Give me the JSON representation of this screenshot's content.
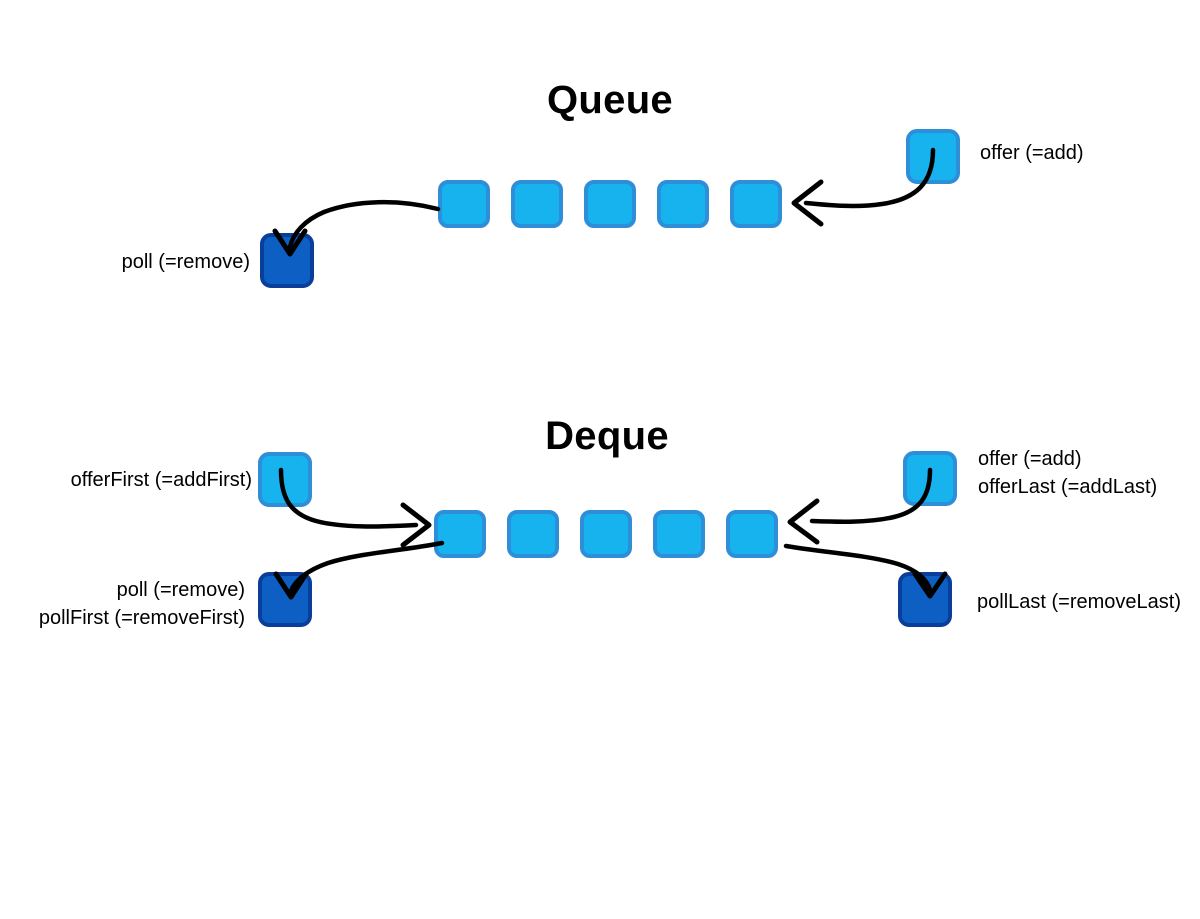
{
  "colors": {
    "background": "#ffffff",
    "cell_fill": "#16b3ef",
    "cell_border": "#2e8ed8",
    "removed_fill": "#0d5fc3",
    "removed_border": "#0a3e9b",
    "arrow": "#000000",
    "text": "#000000"
  },
  "queue": {
    "title": "Queue",
    "cell_count": 5,
    "offer_label": "offer (=add)",
    "poll_label": "poll (=remove)"
  },
  "deque": {
    "title": "Deque",
    "cell_count": 5,
    "offer_first_label": "offerFirst (=addFirst)",
    "offer_label": "offer (=add)",
    "offer_last_label": "offerLast (=addLast)",
    "poll_label": "poll (=remove)",
    "poll_first_label": "pollFirst (=removeFirst)",
    "poll_last_label": "pollLast (=removeLast)"
  },
  "icons": {
    "queue_offer_arrow": "curved-arrow-left",
    "queue_poll_arrow": "curved-arrow-down",
    "deque_offer_first_arrow": "curved-arrow-right",
    "deque_poll_arrow": "curved-arrow-down",
    "deque_offer_last_arrow": "curved-arrow-left",
    "deque_poll_last_arrow": "curved-arrow-down"
  }
}
